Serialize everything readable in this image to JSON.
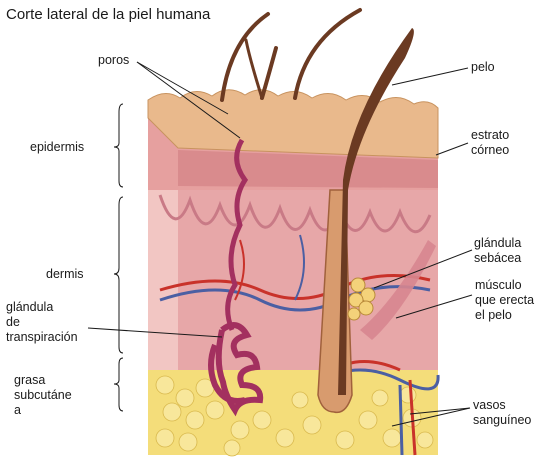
{
  "title": "Corte lateral de la piel humana",
  "labels": {
    "poros": "poros",
    "pelo": "pelo",
    "epidermis": "epidermis",
    "estrato_corneo": "estrato\ncórneo",
    "dermis": "dermis",
    "glandula_sebacea": "glándula\nsebácea",
    "glandula_transpiracion": "glándula\nde\ntranspiración",
    "musculo": "músculo\nque erecta\nel pelo",
    "grasa": "grasa\nsubcutáne\na",
    "vasos": "vasos\nsanguíneo"
  },
  "colors": {
    "epidermis_top": "#e9b98c",
    "dermis": "#e7a7a8",
    "dermis_light": "#f2c6c3",
    "fat": "#f4dd7a",
    "hair": "#6b3a22",
    "gland": "#a3305f",
    "artery": "#c9322a",
    "vein": "#4b5fa3"
  }
}
